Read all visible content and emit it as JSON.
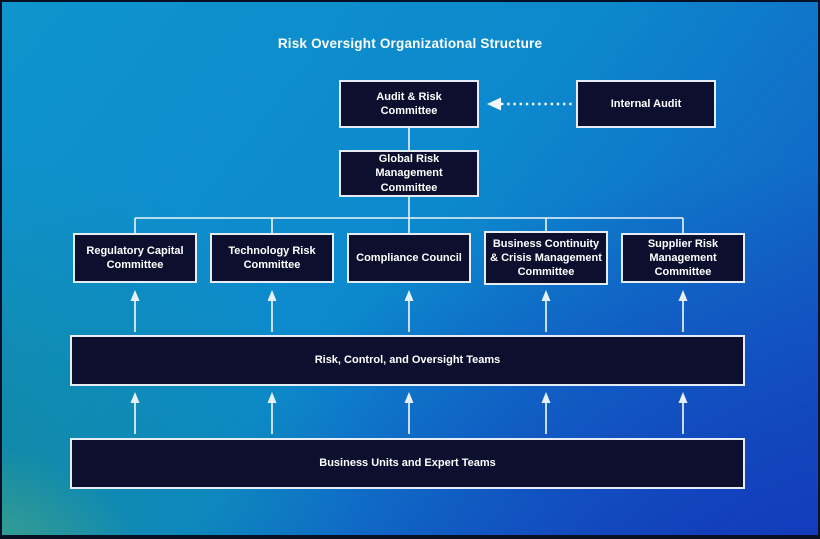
{
  "title": "Risk Oversight Organizational Structure",
  "nodes": {
    "audit_risk_committee": {
      "label": "Audit & Risk Committee"
    },
    "internal_audit": {
      "label": "Internal Audit"
    },
    "global_risk_management_committee": {
      "label": "Global Risk Management Committee"
    },
    "committees": [
      {
        "label": "Regulatory Capital Committee"
      },
      {
        "label": "Technology Risk Committee"
      },
      {
        "label": "Compliance Council"
      },
      {
        "label": "Business Continuity & Crisis Management Committee"
      },
      {
        "label": "Supplier Risk Management Committee"
      }
    ],
    "risk_control_oversight_teams": {
      "label": "Risk, Control, and Oversight Teams"
    },
    "business_units_expert_teams": {
      "label": "Business Units and Expert Teams"
    }
  },
  "colors": {
    "background_top_left": "#0f94cd",
    "background_bottom_right": "#1544b8",
    "background_bottom_left_teal": "#14878a",
    "background_corner_green": "#8cc85a",
    "node_fill": "#0c102e",
    "node_border": "#e6ecf4",
    "text": "#ffffff",
    "connector": "#eef4fa"
  }
}
